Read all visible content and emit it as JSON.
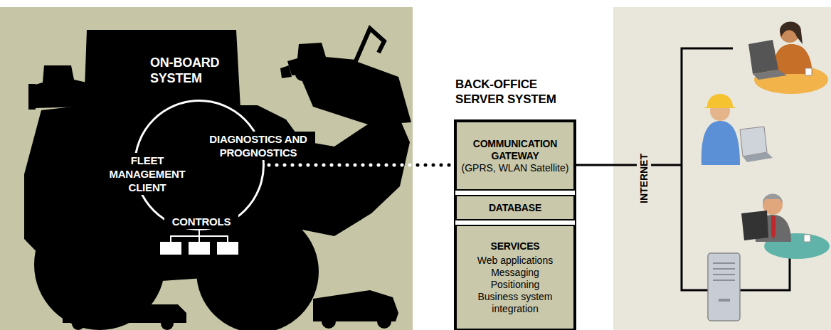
{
  "diagram": {
    "nodes": [
      {
        "text": [
          "ON-BOARD SYSTEM"
        ]
      },
      {
        "text": [
          "DIAGNOSTICS AND PROGNOSTICS",
          "FLEET MANAGEMENT CLIENT",
          "CONTROLS"
        ],
        "in": 0
      },
      {
        "text": [
          "BACK-OFFICE SERVER SYSTEM"
        ]
      },
      {
        "text": [
          "COMMUNICATION GATEWAY",
          "(GPRS, WLAN Satellite)"
        ],
        "in": 2
      },
      {
        "text": [
          "DATABASE"
        ],
        "in": 2
      },
      {
        "text": [
          "SERVICES",
          "Web applications",
          "Messaging",
          "Positioning",
          "Business system integration"
        ],
        "in": 2
      }
    ],
    "edges": [
      {
        "from": 1,
        "to": 3,
        "arrow": "none"
      }
    ],
    "labels": [
      "INTERNET"
    ]
  }
}
